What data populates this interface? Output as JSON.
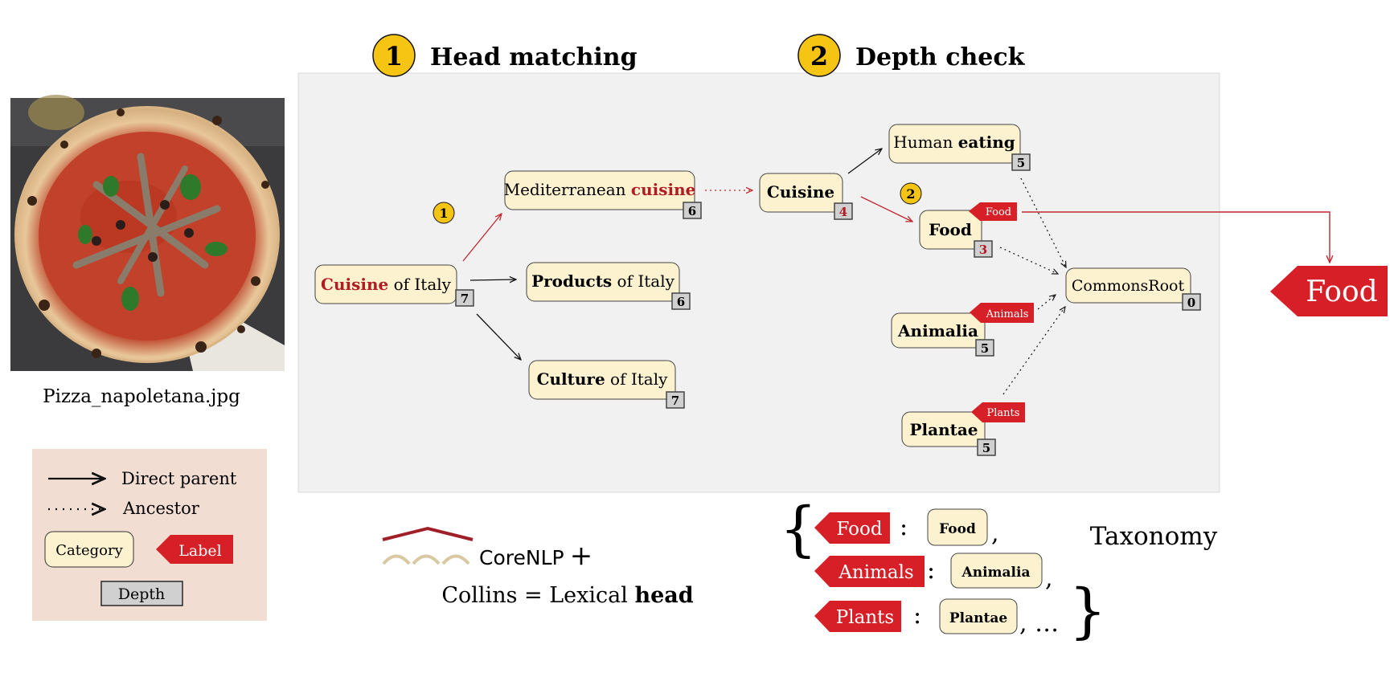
{
  "steps": [
    {
      "number": "1",
      "title": "Head matching"
    },
    {
      "number": "2",
      "title": "Depth check"
    }
  ],
  "image_caption": "Pizza_napoletana.jpg",
  "legend": {
    "direct_parent": "Direct parent",
    "ancestor": "Ancestor",
    "category": "Category",
    "label": "Label",
    "depth": "Depth"
  },
  "nodes": {
    "cuisine_of_italy": {
      "head": "Cuisine",
      "rest": " of Italy",
      "depth": "7"
    },
    "mediterranean_cuisine": {
      "rest": "Mediterranean ",
      "head": "cuisine",
      "depth": "6"
    },
    "products_of_italy": {
      "head": "Products",
      "rest": " of Italy",
      "depth": "6"
    },
    "culture_of_italy": {
      "head": "Culture",
      "rest": " of Italy",
      "depth": "7"
    },
    "cuisine": {
      "head": "Cuisine",
      "depth": "4"
    },
    "human_eating": {
      "rest": "Human ",
      "head": "eating",
      "depth": "5"
    },
    "food": {
      "head": "Food",
      "depth": "3"
    },
    "animalia": {
      "head": "Animalia",
      "depth": "5"
    },
    "plantae": {
      "head": "Plantae",
      "depth": "5"
    },
    "commons_root": {
      "rest": "CommonsRoot",
      "depth": "0"
    }
  },
  "labels": {
    "food": "Food",
    "animals": "Animals",
    "plants": "Plants"
  },
  "final_label": "Food",
  "step_markers": [
    "1",
    "2"
  ],
  "corenlp": {
    "name": "CoreNLP",
    "plus": "+",
    "collins_prefix": "Collins = Lexical ",
    "collins_bold": "head"
  },
  "taxonomy": {
    "title": "Taxonomy",
    "open_brace": "{",
    "close_brace": "}",
    "entries": [
      {
        "label": "Food",
        "category": "Food",
        "suffix": ","
      },
      {
        "label": "Animals",
        "category": "Animalia",
        "suffix": ","
      },
      {
        "label": "Plants",
        "category": "Plantae",
        "suffix": ", …"
      }
    ],
    "colon": ":"
  },
  "colors": {
    "panel_bg": "#f1f1f1",
    "node_fill": "#fdf2cf",
    "label_red": "#d61f26",
    "head_red": "#b01c22",
    "step_yellow": "#f6c413",
    "legend_bg": "#f2ddd2",
    "depth_fill": "#d0d0d0",
    "corenlp_red": "#a0202a",
    "corenlp_tan": "#d8c9a3"
  },
  "icons": [
    "pizza-photo",
    "corenlp-logo-icon"
  ]
}
